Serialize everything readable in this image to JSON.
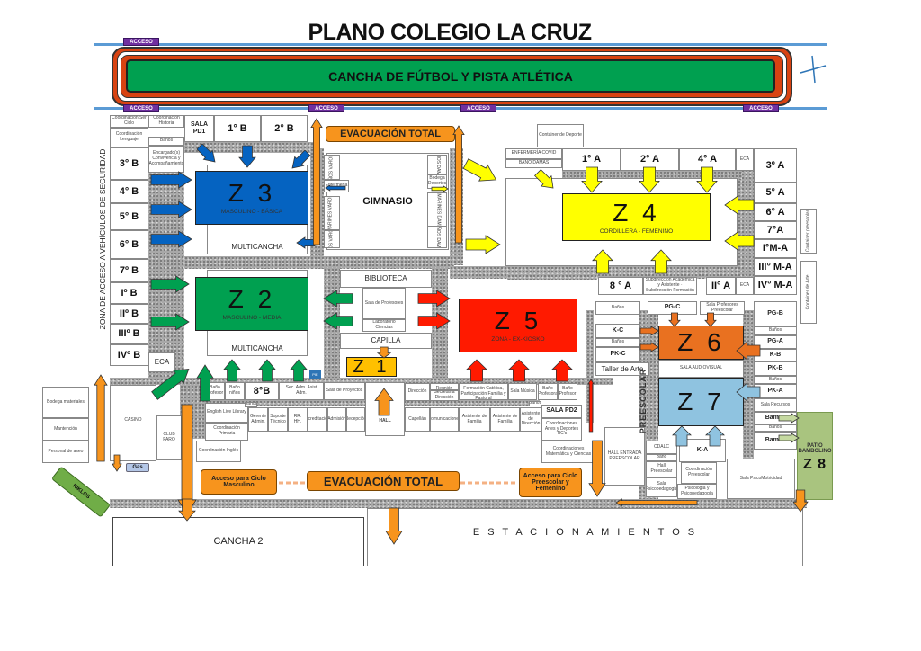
{
  "title": "PLANO COLEGIO LA CRUZ",
  "field_label": "CANCHA DE FÚTBOL Y PISTA ATLÉTICA",
  "access_label": "ACCESO",
  "vehicle_zone": "ZONA DE ACCESO A VEHÍCULOS DE SEGURIDAD",
  "evacuation": {
    "top": "EVACUACIÓN TOTAL",
    "bottom": "EVACUACIÓN TOTAL"
  },
  "access_buttons": {
    "masculino": "Acceso para Ciclo Masculino",
    "preescolar": "Acceso para Ciclo Preescolar y Femenino"
  },
  "zones": {
    "z1": {
      "name": "Z 1",
      "subtitle": ""
    },
    "z2": {
      "name": "Z 2",
      "subtitle": "MASCULINO - MEDIA"
    },
    "z3": {
      "name": "Z 3",
      "subtitle": "MASCULINO - BÁSICA"
    },
    "z4": {
      "name": "Z 4",
      "subtitle": "CORDILLERA - FEMENINO"
    },
    "z5": {
      "name": "Z 5",
      "subtitle": "ZONA - EX-KIOSKO"
    },
    "z6": {
      "name": "Z 6",
      "subtitle": ""
    },
    "z7": {
      "name": "Z 7",
      "subtitle": ""
    },
    "z8": {
      "name": "Z 8",
      "subtitle": "PATIO BAMBOLINO"
    }
  },
  "colors": {
    "z1": "#ffc000",
    "z2": "#00a050",
    "z3": "#0563c1",
    "z4": "#ffff00",
    "z5": "#ff1a00",
    "z6": "#e97120",
    "z7": "#8fc3e0",
    "z8": "#a9c47f",
    "evac": "#f7941d",
    "access": "#7030a0"
  },
  "rooms": {
    "coord_ciclo": "Coordinación Ser Ciclo",
    "coord_lenguaje": "Coordinación Lenguaje",
    "coord_historia": "Coordinación Historia",
    "banos_b": "Baños",
    "convivencia": "Encargado(s) Convivencia y Acompañamiento",
    "sala_pd1": "SALA PD1",
    "b1": "1° B",
    "b2": "2° B",
    "b3": "3° B",
    "b4": "4° B",
    "b5": "5° B",
    "b6": "6° B",
    "b7": "7º B",
    "bI": "Iº B",
    "bII": "IIº B",
    "bIII": "IIIº B",
    "bIV": "IVº B",
    "eca_b": "ECA",
    "multicancha1": "MULTICANCHA",
    "multicancha2": "MULTICANCHA",
    "gimnasio": "GIMNASIO",
    "banos_varones1": "BAÑOS VARONES",
    "enfermeria": "Enfermería",
    "camarines_varones": "CAMARINES VARONES",
    "banos_varones2": "BAÑOS VARONES",
    "banos_damas1": "BAÑOS DAMAS",
    "bodega_deportes": "Bodega Deportes",
    "camarines_damas": "CAMARINES DAMAS",
    "banos_damas2": "BAÑOS DAMAS",
    "biblioteca": "BIBLIOTECA",
    "sala_profesores": "Sala de Profesores",
    "laboratorio": "Laboratorio Ciencias",
    "capilla": "CAPILLA",
    "container_deporte": "Container de Deporte",
    "enfermeria_covid": "ENFERMERÍA COVID",
    "bano_damas": "BAÑO DAMAS",
    "a1": "1° A",
    "a2": "2° A",
    "a4": "4° A",
    "eca_a": "ECA",
    "a3": "3º A",
    "a5": "5° A",
    "a6": "6° A",
    "a7": "7°A",
    "aIM": "I°M-A",
    "aIIIM": "III° M-A",
    "aIVM": "IV° M-A",
    "container_preescolar": "Container preescolar",
    "container_arte": "Container de Arte",
    "a8": "8 ° A",
    "subdireccion": "Subdirección Académica y Asistente · Subdirección Formación",
    "aII": "II° A",
    "eca_a2": "ECA",
    "banos_pc": "Baños",
    "pgc": "PG-C",
    "sala_prof_pre": "Sala Profesores Preescolar",
    "pgb": "PG-B",
    "kc": "K-C",
    "banos_kc": "Baños",
    "pkc": "PK-C",
    "taller_arte": "Taller de Arte",
    "sala_audiovisual": "SALA AUDIOVISUAL",
    "banos_r1": "Baños",
    "pga": "PG-A",
    "kb": "K-B",
    "pkb": "PK-B",
    "banos_r2": "Baños",
    "pka": "PK-A",
    "sala_recursos": "Sala Recursos",
    "bamb": "Bam-B",
    "banos_r3": "Baños",
    "bama": "Bam-A",
    "preescolar": "PREESCOLAR",
    "hall_preescolar_entrada": "HALL ENTRADA PREESCOLAR",
    "cdalc": "CDALC",
    "bano_cd": "Baño",
    "hall_preescolar": "Hall Preescolar",
    "sala_psicopedagogia": "Sala Psicopedagogía",
    "ka": "K-A",
    "coord_preescolar": "Coordinación Preescolar",
    "psicologia": "Psicología y Psicopedagogía",
    "psicomotricidad": "Sala PsicoMotricidad",
    "bano_profesor_m": "Baño profesor",
    "bano_ninos": "Baño niños",
    "b8": "8°B",
    "sec_adm": "Sec. Adm. Asist Adm.",
    "sala_proyectos": "Sala de Proyectos",
    "hall": "HALL",
    "pie": "PIE",
    "english": "English Live Library",
    "coord_primaria": "Coordinación Primaria",
    "coord_ingles": "Coordinación Inglés",
    "banos_s": "Baños",
    "gerente": "Gerente Admin.",
    "soporte": "Soporte Técnico",
    "rrhh": "RR. HH.",
    "acreditacion": "Acreditación",
    "admision": "Admisión",
    "recepcion": "Recepción",
    "direccion": "Dirección",
    "sala_reunion": "Sala Reunión",
    "secretaria": "Secretaría Dirección",
    "coord_formacion": "Coordinación Formación Católica, Participación Familia y Pastoral",
    "sala_musica": "Sala Música",
    "bano_profesora": "Baño Profesora",
    "bano_profesor": "Baño Profesor",
    "capellan": "Capellán",
    "comunicaciones": "Comunicaciones",
    "asist_familia1": "Asistente de Familia",
    "asist_familia2": "Asistente de Familia",
    "asist_direccion": "Asistente de Dirección",
    "banos_pd2": "Baños",
    "sala_pd2": "SALA PD2",
    "coord_artes": "Coordinaciones Artes y Deportes TIC's",
    "coord_mate": "Coordinaciones Matemática y Ciencias",
    "casino": "CASINO",
    "club": "CLUB FARO",
    "gas": "Gas",
    "bodega_materiales": "Bodega materiales",
    "mantencion": "Mantención",
    "personal_aseo": "Personal de aseo",
    "kiklos": "KIKLOS",
    "cancha2": "CANCHA 2",
    "estacionamientos": "E S T A C I O N A M I E N T O S"
  }
}
